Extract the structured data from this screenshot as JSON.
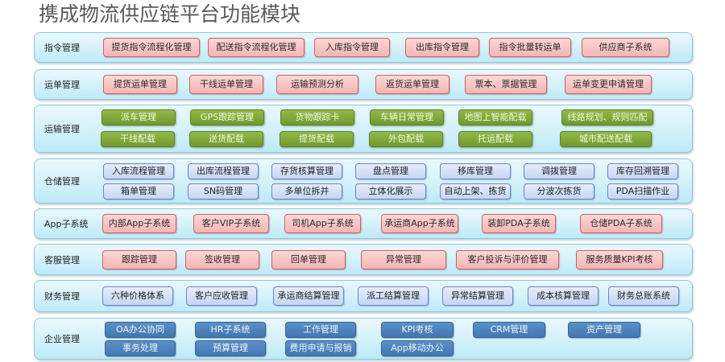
{
  "title": "携成物流供应链平台功能模块",
  "colors": {
    "row_background": "#d3f1fa",
    "row_border": "#8fc9dc",
    "pink_button": "#f6b4b4",
    "green_button": "#7ea638",
    "blue_button": "#c5d5f3",
    "navy_button": "#4a80ba"
  },
  "rows": [
    {
      "label": "指令管理",
      "items": [
        "提货指令流程化管理",
        "配送指令流程化管理",
        "入库指令管理",
        "出库指令管理",
        "指令批量转运单",
        "供应商子系统"
      ]
    },
    {
      "label": "运单管理",
      "items": [
        "提货运单管理",
        "干线运单管理",
        "运输预测分析",
        "返货运单管理",
        "票本、票据管理",
        "运单变更申请管理"
      ]
    },
    {
      "label": "运输管理",
      "items": [
        "派车管理",
        "GPS跟踪管理",
        "货物跟踪卡",
        "车辆日常管理",
        "地图上智能配载",
        "线路规划、规则匹配",
        "干线配载",
        "送货配载",
        "提货配载",
        "外包配载",
        "托运配载",
        "城市配送配载"
      ]
    },
    {
      "label": "仓储管理",
      "items": [
        "入库流程管理",
        "出库流程管理",
        "存货核算管理",
        "盘点管理",
        "移库管理",
        "调拨管理",
        "库存回溯管理",
        "箱单管理",
        "SN码管理",
        "多单位拆并",
        "立体化展示",
        "自动上架、拣货",
        "分波次拣货",
        "PDA扫描作业"
      ]
    },
    {
      "label": "App子系统",
      "items": [
        "内部App子系统",
        "客户VIP子系统",
        "司机App子系统",
        "承运商App子系统",
        "装卸PDA子系统",
        "仓储PDA子系统"
      ]
    },
    {
      "label": "客服管理",
      "items": [
        "跟踪管理",
        "签收管理",
        "回单管理",
        "异常管理",
        "客户投诉与评价管理",
        "服务质量KPI考核"
      ]
    },
    {
      "label": "财务管理",
      "items": [
        "六种价格体系",
        "客户应收管理",
        "承运商结算管理",
        "派工结算管理",
        "异常结算管理",
        "成本核算管理",
        "财务总账系统"
      ]
    },
    {
      "label": "企业管理",
      "items": [
        "OA办公协同",
        "HR子系统",
        "工作管理",
        "KPI考核",
        "CRM管理",
        "资产管理",
        "事务处理",
        "预算管理",
        "费用申请与报销",
        "App移动办公"
      ]
    }
  ]
}
